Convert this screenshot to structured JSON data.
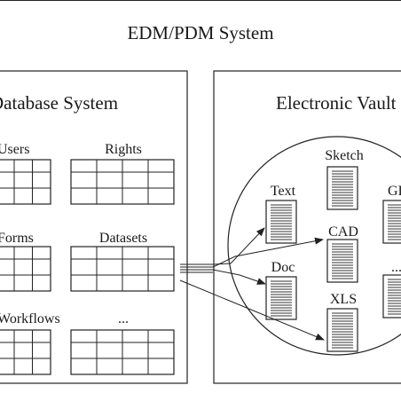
{
  "title": "EDM/PDM System",
  "database": {
    "title": "Database System",
    "tables": [
      {
        "label": "Users",
        "cols": 4
      },
      {
        "label": "Rights",
        "cols": 4
      },
      {
        "label": "Forms",
        "cols": 4
      },
      {
        "label": "Datasets",
        "cols": 4
      },
      {
        "label": "Workflows",
        "cols": 4
      },
      {
        "label": "...",
        "cols": 4
      }
    ]
  },
  "vault": {
    "title": "Electronic Vault",
    "documents": [
      {
        "label": "Sketch"
      },
      {
        "label": "Text"
      },
      {
        "label": "CAD"
      },
      {
        "label": "Doc"
      },
      {
        "label": "XLS"
      },
      {
        "label": "GIF"
      },
      {
        "label": "..."
      }
    ]
  },
  "colors": {
    "stroke": "#222222",
    "background": "#ffffff",
    "text": "#1a1a1a"
  }
}
